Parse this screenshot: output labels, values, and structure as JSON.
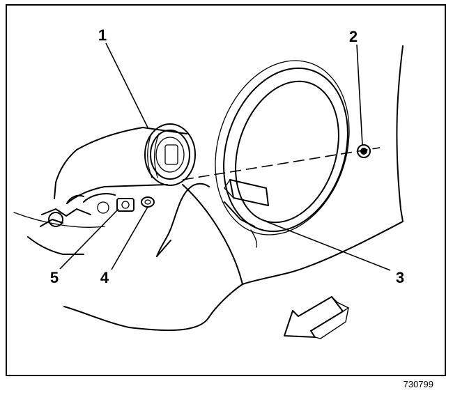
{
  "callouts": {
    "c1": "1",
    "c2": "2",
    "c3": "3",
    "c4": "4",
    "c5": "5"
  },
  "figure_id": "730799"
}
